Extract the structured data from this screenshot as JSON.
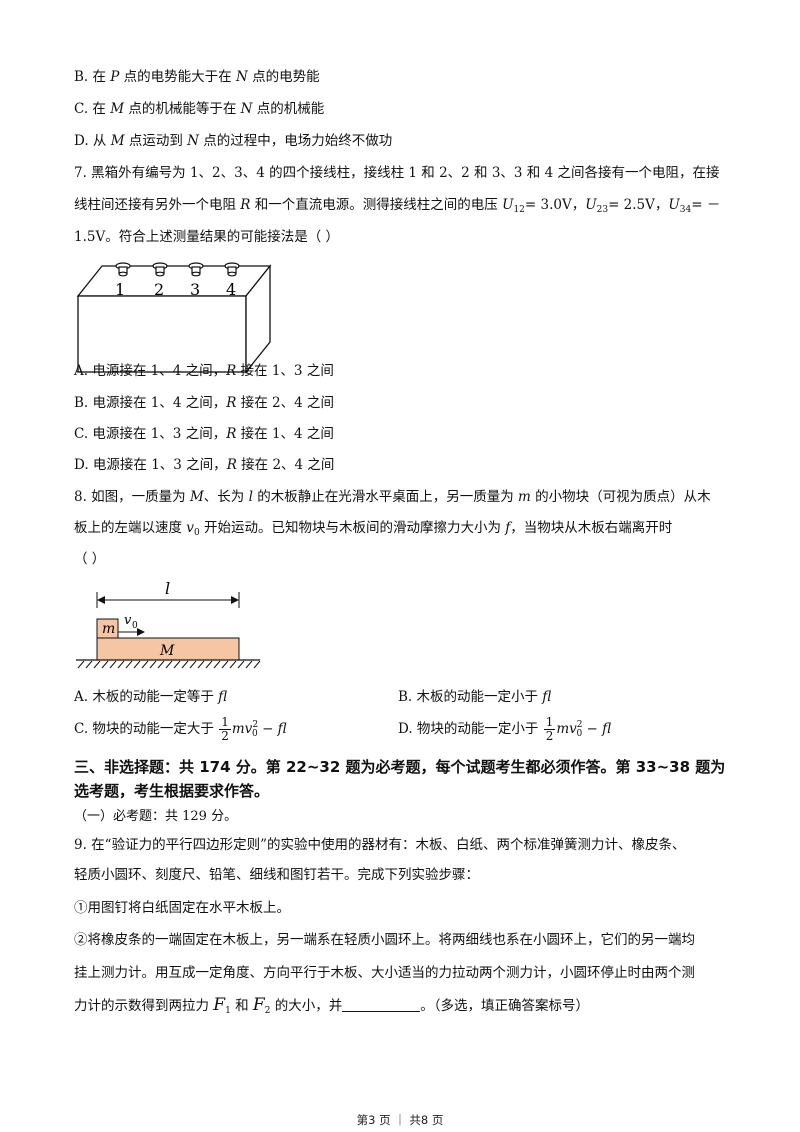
{
  "q6": {
    "optB_pre": "B. 在 ",
    "optB_p": "P",
    "optB_mid": " 点的电势能大于在 ",
    "optB_n": "N",
    "optB_post": " 点的电势能",
    "optC_pre": "C. 在 ",
    "optC_m": "M",
    "optC_mid": " 点的机械能等于在 ",
    "optC_n": "N",
    "optC_post": " 点的机械能",
    "optD_pre": "D. 从 ",
    "optD_m": "M",
    "optD_mid": " 点运动到 ",
    "optD_n": "N",
    "optD_post": " 点的过程中，电场力始终不做功"
  },
  "q7": {
    "line1": "7. 黑箱外有编号为 1、2、3、4 的四个接线柱，接线柱 1 和 2、2 和 3、3 和 4 之间各接有一个电阻，在接",
    "line2_pre": "线柱间还接有另外一个电阻 ",
    "line2_r": "R",
    "line2_mid": " 和一个直流电源。测得接线柱之间的电压 ",
    "u": "U",
    "u12_sub": "12",
    "u12_val": "= 3.0V，",
    "u23_sub": "23",
    "u23_val": "= 2.5V，",
    "u34_sub": "34",
    "u34_val": "= －",
    "line3": "1.5V。符合上述测量结果的可能接法是（     ）",
    "terminals": [
      "1",
      "2",
      "3",
      "4"
    ],
    "options": [
      {
        "pre": "A.  电源接在 1、4 之间，",
        "r": "R",
        "post": " 接在 1、3 之间"
      },
      {
        "pre": "B.  电源接在 1、4 之间，",
        "r": "R",
        "post": " 接在 2、4 之间"
      },
      {
        "pre": "C.  电源接在 1、3 之间，",
        "r": "R",
        "post": " 接在 1、4 之间"
      },
      {
        "pre": "D.  电源接在 1、3 之间，",
        "r": "R",
        "post": " 接在 2、4 之间"
      }
    ]
  },
  "q8": {
    "l1_a": "8. 如图，一质量为 ",
    "l1_M": "M",
    "l1_b": "、长为 ",
    "l1_l": "l",
    "l1_c": " 的木板静止在光滑水平桌面上，另一质量为 ",
    "l1_m": "m",
    "l1_d": " 的小物块（可视为质点）从木",
    "l2_a": "板上的左端以速度 ",
    "l2_v": "v",
    "l2_sub": "0",
    "l2_b": " 开始运动。已知物块与木板间的滑动摩擦力大小为 ",
    "l2_f": "f",
    "l2_c": "，当物块从木板右端离开时",
    "l3": "（     ）",
    "fig_l": "l",
    "fig_m": "m",
    "fig_v": "v",
    "fig_v0": "0",
    "fig_M": "M",
    "optA_pre": "A.  木板的动能一定等于 ",
    "optA_fl": "fl",
    "optB_pre": "B.  木板的动能一定小于 ",
    "optB_fl": "fl",
    "optC_pre": "C.  物块的动能一定大于 ",
    "optD_pre": "D.  物块的动能一定小于 ",
    "frac_num": "1",
    "frac_den": "2",
    "mv": "mv",
    "sup2": "2",
    "sub0": "0",
    "minus_fl": " − fl"
  },
  "section3": {
    "line1": "三、非选择题：共 174 分。第 22~32 题为必考题，每个试题考生都必须作答。第 33~38 题为",
    "line2": "选考题，考生根据要求作答。",
    "sub": "（一）必考题：共 129 分。"
  },
  "q9": {
    "line1": "9. 在“验证力的平行四边形定则”的实验中使用的器材有：木板、白纸、两个标准弹簧测力计、橡皮条、",
    "line2": "轻质小圆环、刻度尺、铅笔、细线和图钉若干。完成下列实验步骤：",
    "step1": "①用图钉将白纸固定在水平木板上。",
    "step2a": "②将橡皮条的一端固定在木板上，另一端系在轻质小圆环上。将两细线也系在小圆环上，它们的另一端均",
    "step2b": "挂上测力计。用互成一定角度、方向平行于木板、大小适当的力拉动两个测力计，小圆环停止时由两个测",
    "step2c_a": "力计的示数得到两拉力 ",
    "F": "F",
    "sub1": "1",
    "and": " 和 ",
    "sub2": "2",
    "step2c_b": " 的大小，并",
    "step2c_c": "。（多选，填正确答案标号）"
  },
  "footer": "第3 页 ｜ 共8 页"
}
